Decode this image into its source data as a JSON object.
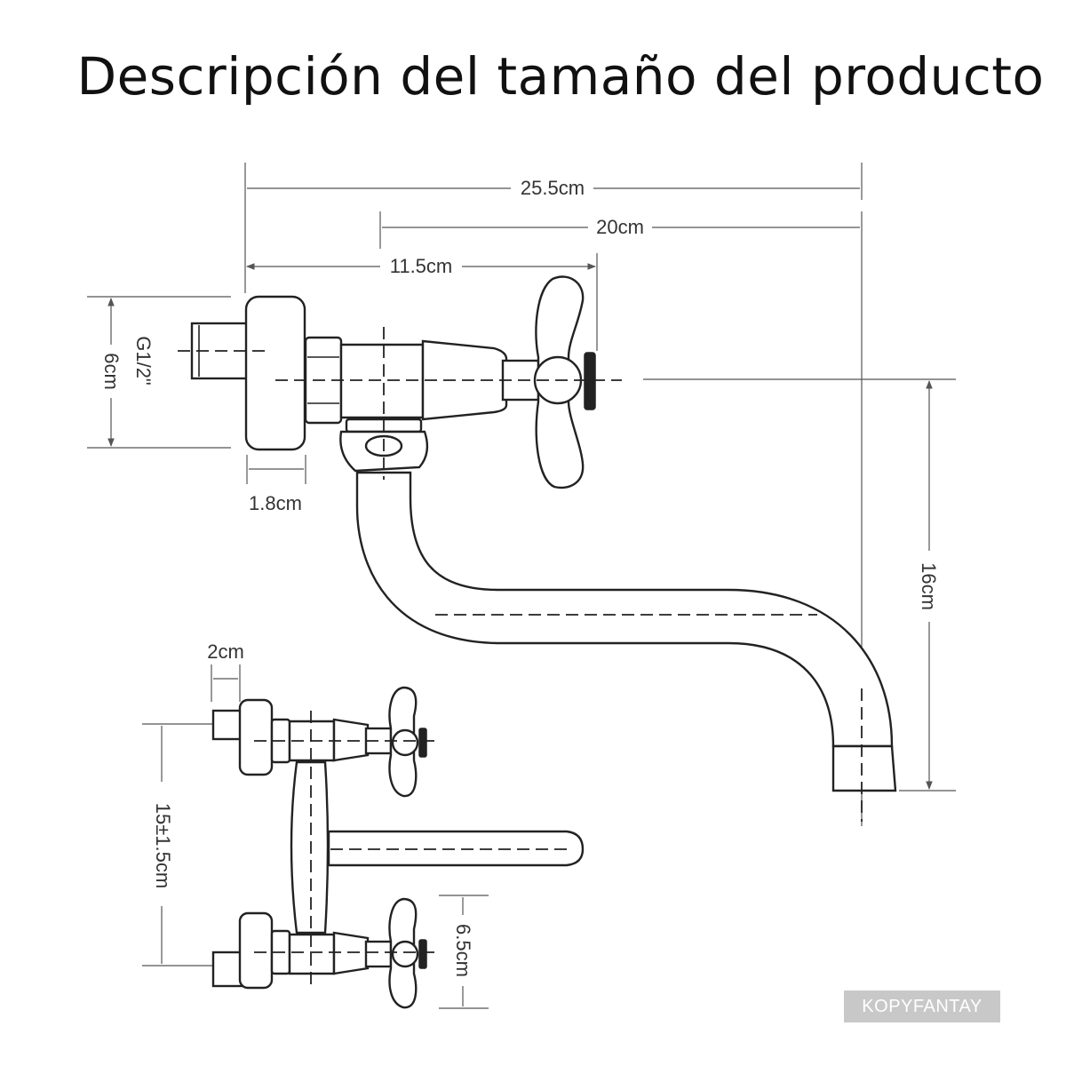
{
  "title": "Descripción del tamaño del producto",
  "dimensions": {
    "overall_width": "25.5cm",
    "spout_reach": "20cm",
    "handle_distance": "11.5cm",
    "thread": "G1/2\"",
    "flange_height": "6cm",
    "flange_thickness": "1.8cm",
    "spout_height": "16cm",
    "inlet_length": "2cm",
    "center_distance": "15±1.5cm",
    "handle_height": "6.5cm"
  },
  "watermark": "KOPYFANTAY",
  "colors": {
    "line": "#222222",
    "dimension": "#555555",
    "watermark_bg": "#c8c8c8"
  }
}
